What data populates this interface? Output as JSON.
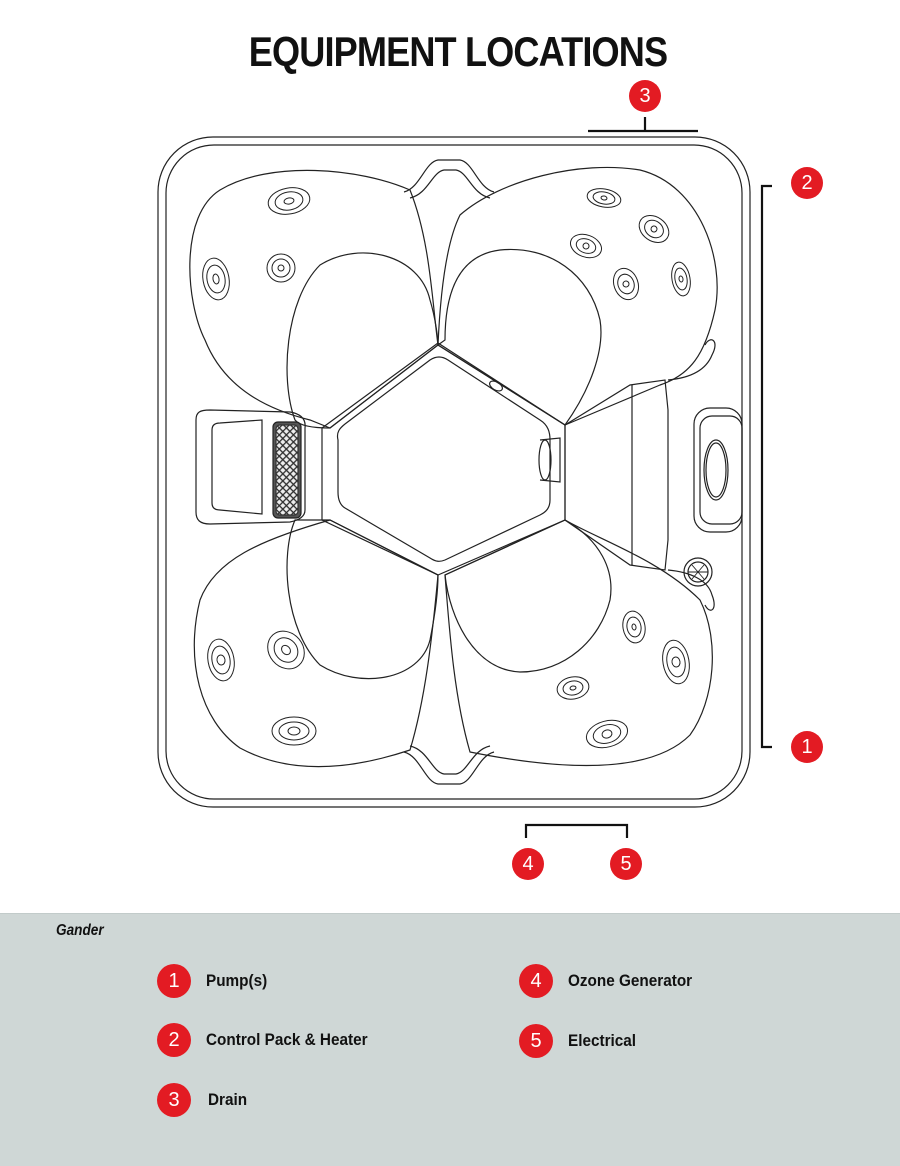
{
  "page": {
    "title": "EQUIPMENT LOCATIONS"
  },
  "diagram": {
    "subject": "hot-tub top-view line drawing",
    "accent_color": "#e31b23",
    "callouts": [
      {
        "number": "3",
        "position": "top",
        "target": "drain"
      },
      {
        "number": "2",
        "position": "right-top",
        "target": "control pack & heater"
      },
      {
        "number": "1",
        "position": "right-bottom",
        "target": "pumps"
      },
      {
        "number": "4",
        "position": "bottom-left",
        "target": "ozone generator"
      },
      {
        "number": "5",
        "position": "bottom-right",
        "target": "electrical"
      }
    ]
  },
  "legend": {
    "background": "#cfd7d6",
    "model_name": "Gander",
    "items": [
      {
        "number": "1",
        "label": "Pump(s)"
      },
      {
        "number": "2",
        "label": "Control Pack & Heater"
      },
      {
        "number": "3",
        "label": "Drain"
      },
      {
        "number": "4",
        "label": "Ozone Generator"
      },
      {
        "number": "5",
        "label": "Electrical"
      }
    ]
  }
}
